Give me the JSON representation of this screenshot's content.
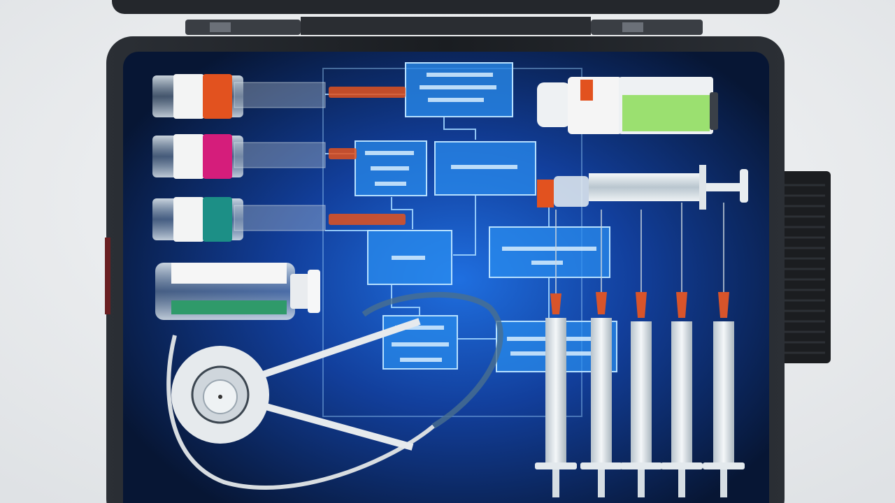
{
  "scene": {
    "subject": "medical-kit-case",
    "colors": {
      "background": "#eceef0",
      "case_shell": "#1b1e22",
      "case_inner": "#0a1c45",
      "hologram_blue": "#1e78e6",
      "hologram_line": "#9fd4ff",
      "cap_orange": "#e2521f",
      "cap_magenta": "#d51d7b",
      "cap_teal": "#1c8f86",
      "label_green": "#9be070",
      "needle_hub": "#d8542a"
    },
    "vials": [
      {
        "name": "vial-orange",
        "cap_color": "#e2521f"
      },
      {
        "name": "vial-magenta",
        "cap_color": "#d51d7b"
      },
      {
        "name": "vial-teal",
        "cap_color": "#1c8f86"
      }
    ],
    "syringe_count": 5,
    "icons": [
      "stethoscope-icon",
      "syringe-icon",
      "medicine-bottle-icon",
      "flowchart-icon"
    ]
  }
}
